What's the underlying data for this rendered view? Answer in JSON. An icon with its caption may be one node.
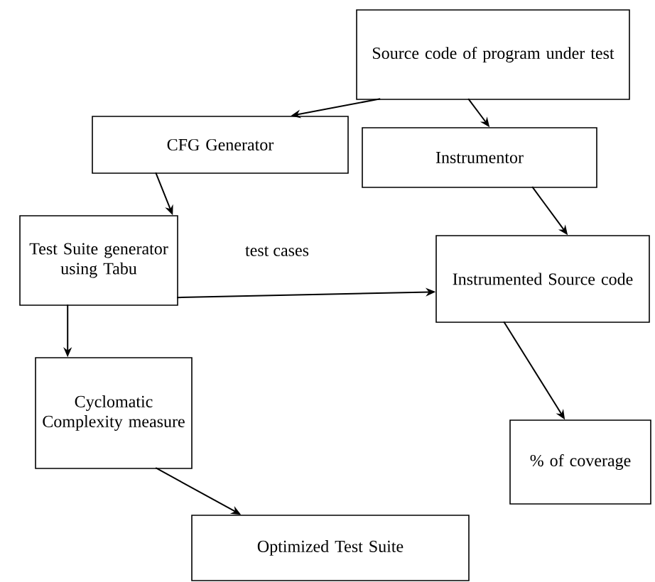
{
  "diagram": {
    "nodes": [
      {
        "text": [
          "Source code of program under test"
        ]
      },
      {
        "text": [
          "CFG Generator"
        ]
      },
      {
        "text": [
          "Instrumentor"
        ]
      },
      {
        "text": [
          "Test Suite generator using Tabu"
        ]
      },
      {
        "text": [
          "Instrumented Source code"
        ]
      },
      {
        "text": [
          "Cyclomatic Complexity measure"
        ]
      },
      {
        "text": [
          "% of coverage"
        ]
      },
      {
        "text": [
          "Optimized Test Suite"
        ]
      }
    ],
    "edges": [
      {
        "from": 0,
        "to": 1,
        "arrow": "to"
      },
      {
        "from": 0,
        "to": 2,
        "arrow": "to"
      },
      {
        "from": 1,
        "to": 3,
        "arrow": "to"
      },
      {
        "from": 2,
        "to": 4,
        "arrow": "to"
      },
      {
        "from": 3,
        "to": 4,
        "arrow": "to",
        "label": "test cases"
      },
      {
        "from": 3,
        "to": 5,
        "arrow": "to"
      },
      {
        "from": 4,
        "to": 6,
        "arrow": "to"
      },
      {
        "from": 5,
        "to": 7,
        "arrow": "to"
      }
    ]
  }
}
